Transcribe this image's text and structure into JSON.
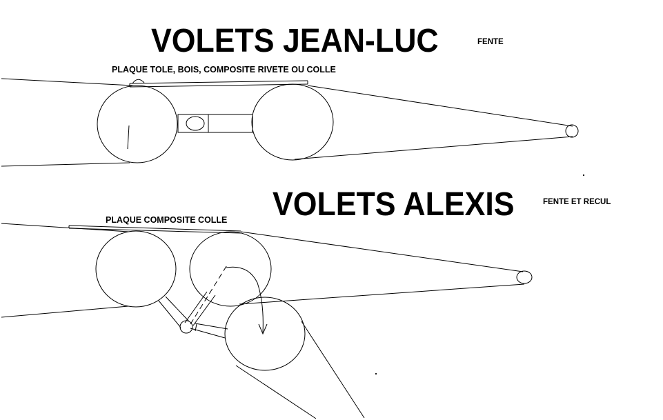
{
  "top_diagram": {
    "title": "VOLETS JEAN-LUC",
    "tag": "FENTE",
    "plate_label": "PLAQUE TOLE, BOIS, COMPOSITE RIVETE OU COLLE"
  },
  "bottom_diagram": {
    "title": "VOLETS ALEXIS",
    "tag": "FENTE ET RECUL",
    "plate_label": "PLAQUE COMPOSITE COLLE"
  },
  "colors": {
    "background": "#ffffff",
    "ink": "#000000"
  }
}
